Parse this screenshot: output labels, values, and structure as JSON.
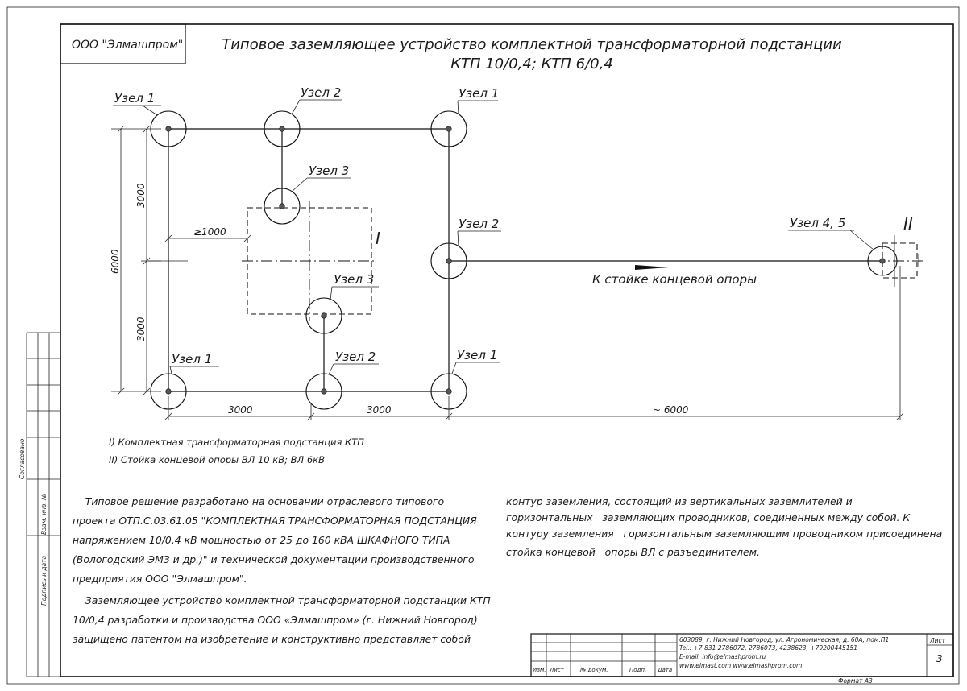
{
  "header": {
    "org": "ООО \"Элмашпром\"",
    "title_line1": "Типовое заземляющее устройство комплектной трансформаторной подстанции",
    "title_line2": "КТП 10/0,4;  КТП 6/0,4"
  },
  "nodes": [
    {
      "label": "Узел 1"
    },
    {
      "label": "Узел 2"
    },
    {
      "label": "Узел 1"
    },
    {
      "label": "Узел 3"
    },
    {
      "label": "Узел 2"
    },
    {
      "label": "Узел 3"
    },
    {
      "label": "Узел 1"
    },
    {
      "label": "Узел 2"
    },
    {
      "label": "Узел 1"
    },
    {
      "label": "Узел 4, 5"
    }
  ],
  "dimensions": {
    "v_total": "6000",
    "v_upper": "3000",
    "v_lower": "3000",
    "offset": "≥1000",
    "h_left": "3000",
    "h_mid": "3000",
    "h_right": "~ 6000"
  },
  "markers": {
    "ktp": "I",
    "pole": "II"
  },
  "arrow_label": "К стойке концевой опоры",
  "legend": [
    "I) Комплектная трансформаторная подстанция КТП",
    "II) Стойка концевой опоры ВЛ 10 кВ;  ВЛ 6кВ"
  ],
  "body_left": [
    "    Типовое решение разработано на основании отраслевого типового",
    "проекта ОТП.С.03.61.05 \"КОМПЛЕКТНАЯ ТРАНСФОРМАТОРНАЯ ПОДСТАНЦИЯ",
    "напряжением 10/0,4 кВ мощностью от 25 до 160 кВА ШКАФНОГО ТИПА",
    "(Вологодский ЭМЗ и др.)\" и технической документации производственного",
    "предприятия ООО \"Элмашпром\".",
    "    Заземляющее устройство комплектной трансформаторной подстанции КТП",
    "10/0,4 разработки и производства ООО «Элмашпром» (г. Нижний Новгород)",
    "защищено патентом на изобретение и конструктивно представляет собой"
  ],
  "body_right": [
    "контур заземления, состоящий из вертикальных заземлителей и",
    "горизонтальных   заземляющих проводников, соединенных между собой. К",
    "контуру заземления   горизонтальным заземляющим проводником присоединена",
    "стойка концевой   опоры ВЛ с разъединителем."
  ],
  "stamp": {
    "cols": [
      "Изм.",
      "Лист",
      "№ докум.",
      "Подп.",
      "Дата"
    ],
    "address": "603089, г. Нижний Новгород, ул. Агрономическая, д. 60А, пом.П1",
    "tel": "Tel.: +7 831 2786072, 2786073, 4238623, +79200445151",
    "email": "E-mail: info@elmashprom.ru",
    "www": "www.elmast.com  www.elmashprom.com",
    "sheet_label": "Лист",
    "sheet_no": "3",
    "format": "Формат А3"
  },
  "side": {
    "agreed": "Согласовано",
    "inv": "Взам. инв. №",
    "sign": "Подпись и дата"
  }
}
